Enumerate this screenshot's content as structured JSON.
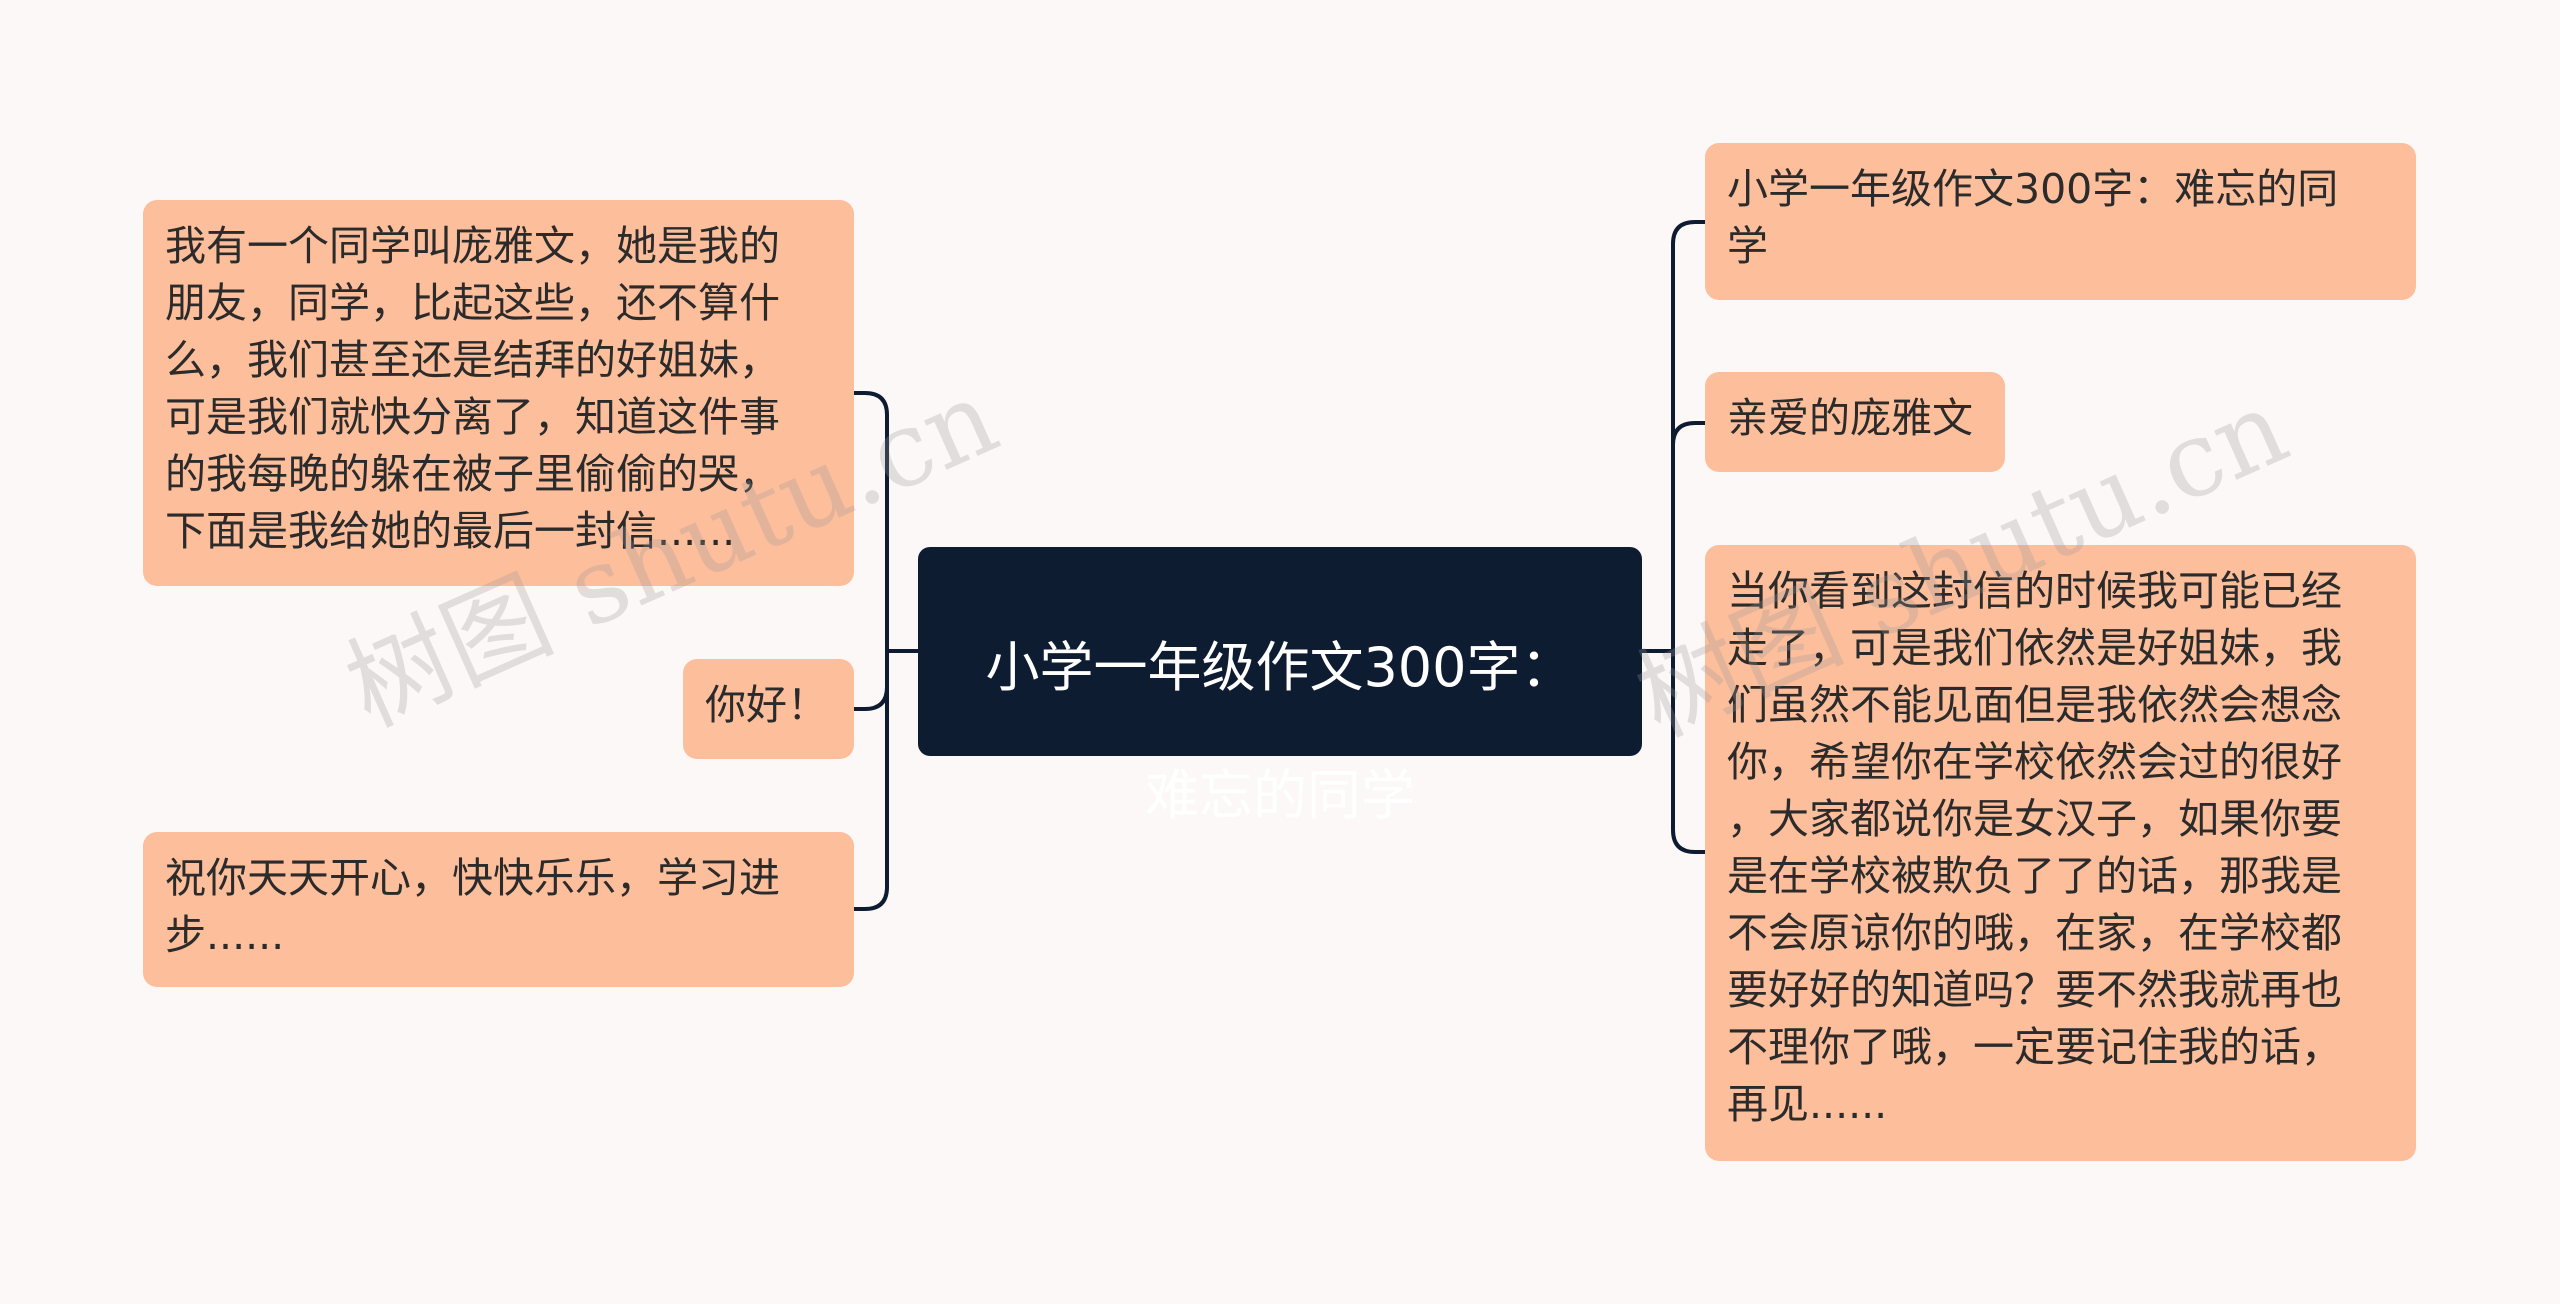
{
  "mindmap": {
    "root": {
      "title_line1": "小学一年级作文300字：",
      "title_line2": "难忘的同学"
    },
    "left_branches": [
      {
        "lines": [
          "我有一个同学叫庞雅文，她是我的",
          "朋友，同学，比起这些，还不算什",
          "么，我们甚至还是结拜的好姐妹，",
          "可是我们就快分离了，知道这件事",
          "的我每晚的躲在被子里偷偷的哭，",
          "下面是我给她的最后一封信......"
        ]
      },
      {
        "lines": [
          "你好！"
        ]
      },
      {
        "lines": [
          "祝你天天开心，快快乐乐，学习进",
          "步......"
        ]
      }
    ],
    "right_branches": [
      {
        "lines": [
          "小学一年级作文300字：难忘的同",
          "学"
        ]
      },
      {
        "lines": [
          "亲爱的庞雅文"
        ]
      },
      {
        "lines": [
          "当你看到这封信的时候我可能已经",
          "走了，可是我们依然是好姐妹，我",
          "们虽然不能见面但是我依然会想念",
          "你，希望你在学校依然会过的很好",
          "，大家都说你是女汉子，如果你要",
          "是在学校被欺负了了的话，那我是",
          "不会原谅你的哦，在家，在学校都",
          "要好好的知道吗？要不然我就再也",
          "不理你了哦，一定要记住我的话，",
          "再见......"
        ]
      }
    ]
  },
  "watermarks": {
    "left": "树图 shutu.cn",
    "right": "树图 shutu.cn"
  },
  "colors": {
    "background": "#fcf8f7",
    "root_fill": "#0e1c32",
    "node_fill": "#fdbe9b",
    "connector": "#0e1c32"
  }
}
